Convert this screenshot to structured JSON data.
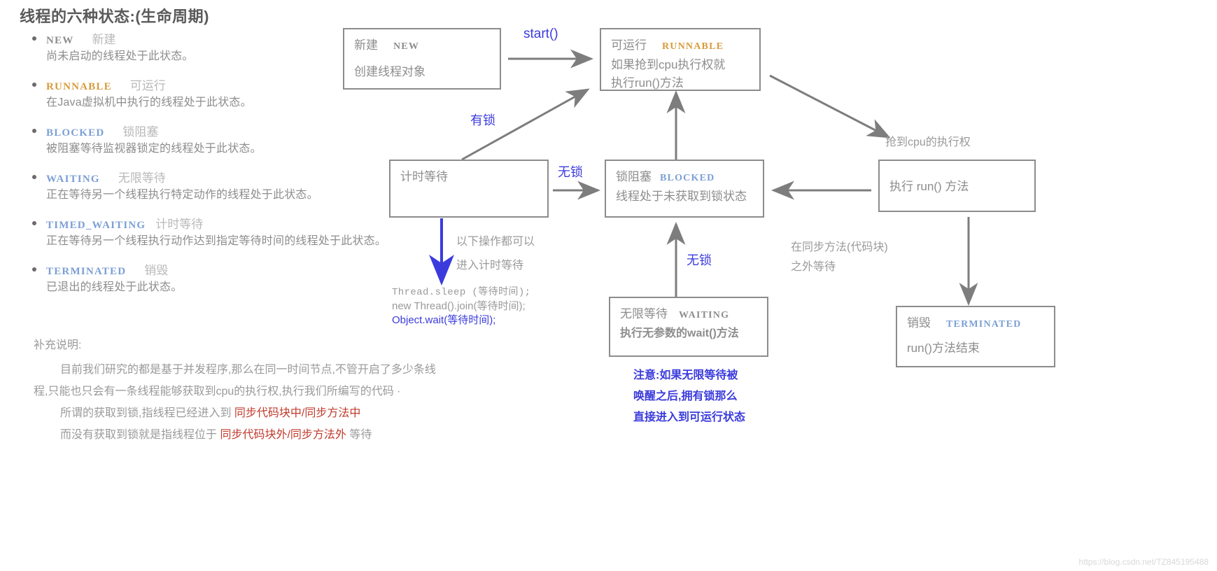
{
  "title": "线程的六种状态:(生命周期)",
  "states": [
    {
      "code": "NEW",
      "cn": "新建",
      "desc": "尚未启动的线程处于此状态。",
      "color": "#8d8d8d"
    },
    {
      "code": "RUNNABLE",
      "cn": "可运行",
      "desc": "在Java虚拟机中执行的线程处于此状态。",
      "color": "#d79b3c"
    },
    {
      "code": "BLOCKED",
      "cn": "锁阻塞",
      "desc": "被阻塞等待监视器锁定的线程处于此状态。",
      "color": "#7b9fd4"
    },
    {
      "code": "WAITING",
      "cn": "无限等待",
      "desc": "正在等待另一个线程执行特定动作的线程处于此状态。",
      "color": "#7b9fd4"
    },
    {
      "code": "TIMED_WAITING",
      "cn": "计时等待",
      "desc": "正在等待另一个线程执行动作达到指定等待时间的线程处于此状态。",
      "color": "#7b9fd4"
    },
    {
      "code": "TERMINATED",
      "cn": "销毁",
      "desc": "已退出的线程处于此状态。",
      "color": "#7b9fd4"
    }
  ],
  "note": {
    "heading": "补充说明:",
    "line1": "目前我们研究的都是基于并发程序,那么在同一时间节点,不管开启了多少条线",
    "line2": "程,只能也只会有一条线程能够获取到cpu的执行权,执行我们所编写的代码 ·",
    "line3_pre": "所谓的获取到锁,指线程已经进入到 ",
    "line3_red": "同步代码块中/同步方法中",
    "line4_pre": "而没有获取到锁就是指线程位于 ",
    "line4_red": "同步代码块外/同步方法外",
    "line4_post": " 等待"
  },
  "diagram": {
    "box_new": {
      "cn": "新建",
      "code": "NEW",
      "line2": "创建线程对象"
    },
    "box_runnable": {
      "cn": "可运行",
      "code": "RUNNABLE",
      "line2": "如果抢到cpu执行权就",
      "line3": "执行run()方法"
    },
    "box_timed": {
      "cn": "计时等待"
    },
    "box_blocked": {
      "cn": "锁阻塞",
      "code": "BLOCKED",
      "line2": "线程处于未获取到锁状态"
    },
    "box_run": {
      "cn": "执行 run() 方法"
    },
    "box_waiting": {
      "cn": "无限等待",
      "code": "WAITING",
      "line2": "执行无参数的wait()方法"
    },
    "box_terminated": {
      "cn": "销毁",
      "code": "TERMINATED",
      "line2": "run()方法结束"
    },
    "labels": {
      "start": "start()",
      "has_lock": "有锁",
      "no_lock_mid": "无锁",
      "no_lock_lower": "无锁",
      "got_cpu": "抢到cpu的执行权",
      "outside_sync_1": "在同步方法(代码块)",
      "outside_sync_2": "之外等待",
      "sleep_hint_1": "以下操作都可以",
      "sleep_hint_2": "进入计时等待",
      "sleep_code_1": "Thread.sleep (等待时间);",
      "sleep_code_2": "new Thread().join(等待时间);",
      "sleep_code_3": "Object.wait(等待时间);"
    },
    "waiting_note": {
      "l1": "注意:如果无限等待被",
      "l2": "唤醒之后,拥有锁那么",
      "l3": "直接进入到可运行状态"
    }
  },
  "watermark": "https://blog.csdn.net/TZ845195488",
  "colors": {
    "box_border": "#8c8c8c",
    "text_gray": "#8d8d8d",
    "accent_blue": "#3b3bdd",
    "accent_red": "#c0392b",
    "accent_orange": "#d79b3c"
  }
}
